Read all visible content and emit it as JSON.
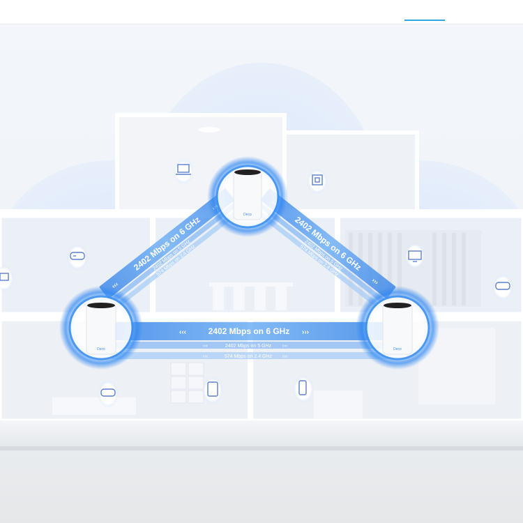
{
  "colors": {
    "accent": "#2ea7e0",
    "beam": "#5aa0f0",
    "glow": "#3a8bf0",
    "building": "#eef1f7"
  },
  "top_indicator_color": "#2ea7e0",
  "nodes": [
    {
      "name": "top",
      "label": "Deco"
    },
    {
      "name": "left",
      "label": "Deco"
    },
    {
      "name": "right",
      "label": "Deco"
    }
  ],
  "links": {
    "left_diagonal": {
      "main": "2402 Mbps on 6 GHz",
      "sub1": "2402 Mbps on 5 GHz",
      "sub2": "574 Mbps on 2.4 GHz"
    },
    "right_diagonal": {
      "main": "2402 Mbps on 6 GHz",
      "sub1": "2402 Mbps on 5 GHz",
      "sub2": "574 Mbps on 2.4 GHz"
    },
    "bottom": {
      "main": "2402 Mbps on 6 GHz",
      "sub1": "2402 Mbps on 5 GHz",
      "sub2": "574 Mbps on 2.4 GHz"
    }
  },
  "devices": [
    {
      "name": "laptop",
      "icon": "laptop-icon"
    },
    {
      "name": "smart-home",
      "icon": "smart-home-icon"
    },
    {
      "name": "gamepad-upper-left",
      "icon": "gamepad-icon"
    },
    {
      "name": "tv",
      "icon": "tv-icon"
    },
    {
      "name": "gamepad-right",
      "icon": "gamepad-icon"
    },
    {
      "name": "left-edge-device",
      "icon": "laptop-icon"
    },
    {
      "name": "gamepad-lower-left",
      "icon": "gamepad-icon"
    },
    {
      "name": "tablet",
      "icon": "tablet-icon"
    },
    {
      "name": "phone",
      "icon": "phone-icon"
    }
  ]
}
